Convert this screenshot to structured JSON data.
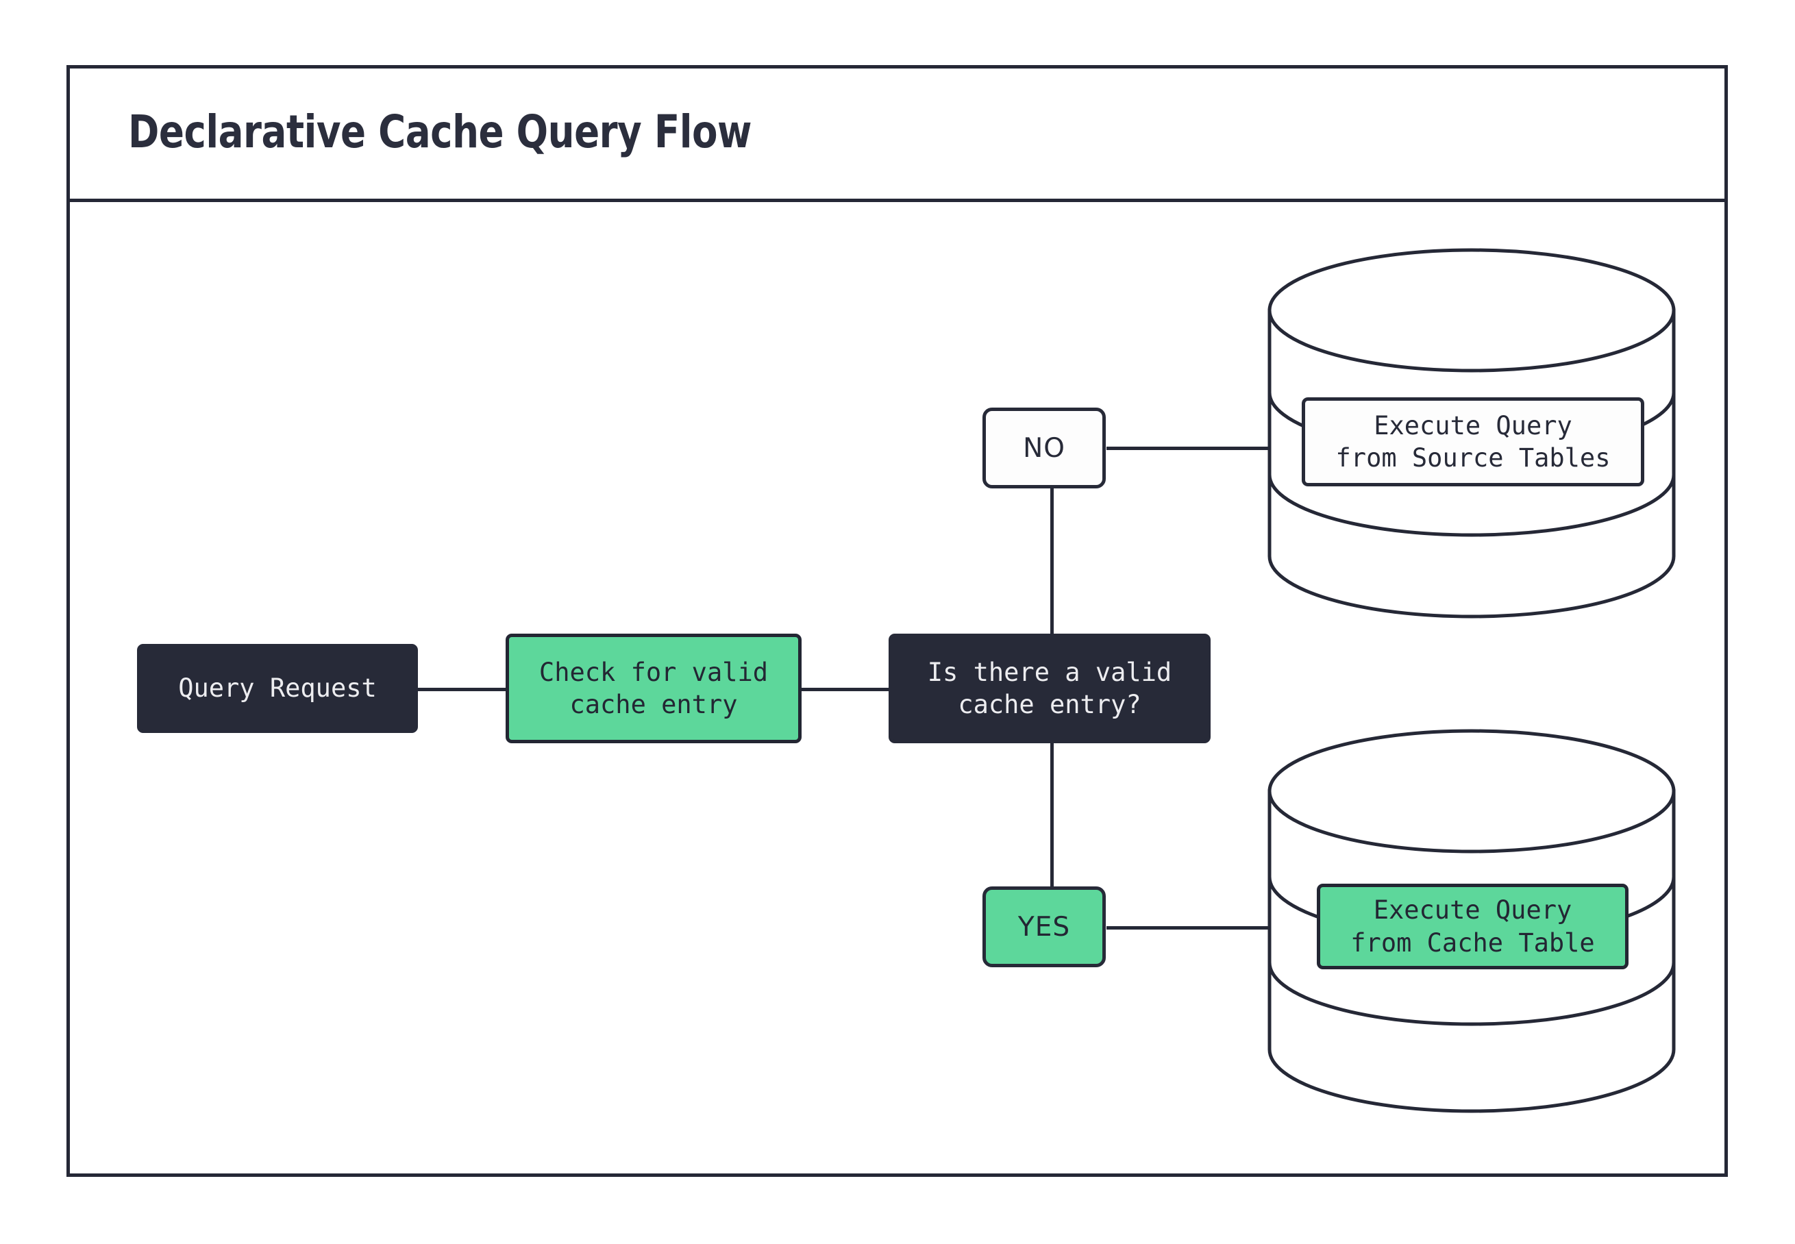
{
  "diagram": {
    "title": "Declarative Cache Query Flow",
    "type": "flowchart",
    "theme": {
      "background": "#ffffff",
      "stroke": "#252836",
      "dark_fill": "#272A38",
      "dark_text": "#EDEDF0",
      "green_fill": "#5DD79B",
      "green_text": "#232633",
      "white_fill": "#FDFDFD"
    },
    "nodes": [
      {
        "id": "query-request",
        "label": "Query Request",
        "style": "dark",
        "shape": "rounded-rect"
      },
      {
        "id": "check-cache",
        "label": "Check for valid\ncache entry",
        "style": "green",
        "shape": "rounded-rect"
      },
      {
        "id": "decision",
        "label": "Is there a valid\ncache entry?",
        "style": "dark",
        "shape": "rounded-rect"
      },
      {
        "id": "source-tables",
        "label": "Execute Query\nfrom Source Tables",
        "style": "white",
        "shape": "rounded-rect-on-cylinder"
      },
      {
        "id": "cache-table",
        "label": "Execute Query\nfrom Cache Table",
        "style": "green",
        "shape": "rounded-rect-on-cylinder"
      }
    ],
    "branch_labels": [
      {
        "id": "no",
        "label": "NO",
        "style": "white"
      },
      {
        "id": "yes",
        "label": "YES",
        "style": "green"
      }
    ],
    "databases": [
      {
        "id": "source-database",
        "name": "source-tables-database",
        "disks": 3
      },
      {
        "id": "cache-database",
        "name": "cache-table-database",
        "disks": 3
      }
    ],
    "edges": [
      {
        "from": "query-request",
        "to": "check-cache"
      },
      {
        "from": "check-cache",
        "to": "decision"
      },
      {
        "from": "decision",
        "to": "no",
        "label": "NO"
      },
      {
        "from": "no",
        "to": "source-tables"
      },
      {
        "from": "decision",
        "to": "yes",
        "label": "YES"
      },
      {
        "from": "yes",
        "to": "cache-table"
      }
    ]
  }
}
